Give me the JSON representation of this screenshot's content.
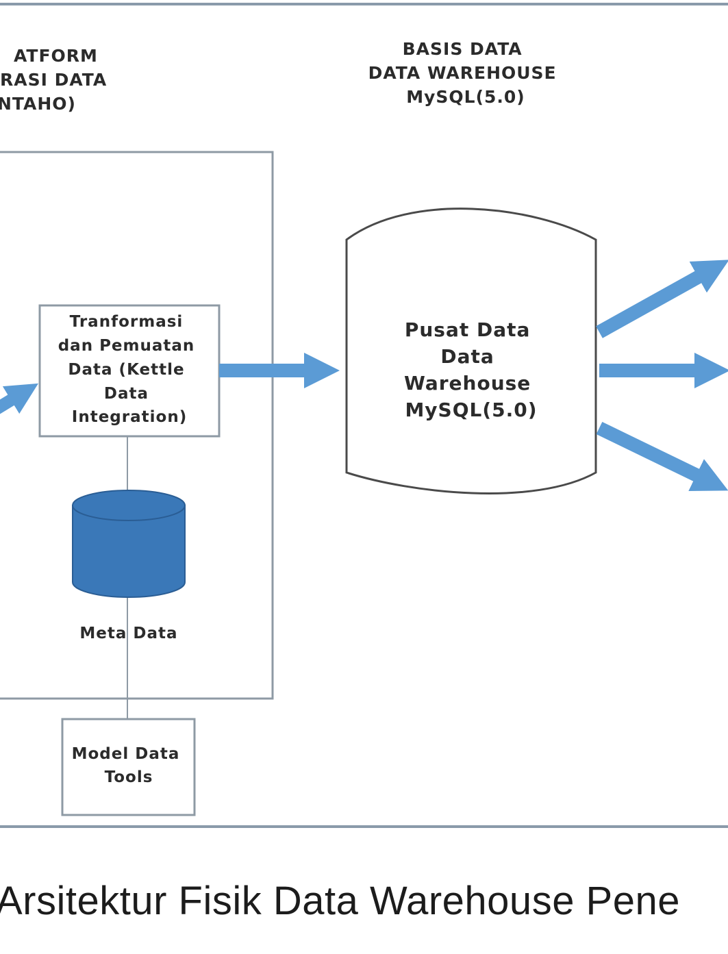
{
  "platform_heading": [
    "ATFORM",
    "RASI DATA",
    "NTAHO)"
  ],
  "database_heading": [
    "BASIS DATA",
    "DATA WAREHOUSE",
    "MySQL(5.0)"
  ],
  "transform_box": [
    "Tranformasi",
    "dan Pemuatan",
    "Data (Kettle",
    "Data",
    "Integration)"
  ],
  "warehouse_cylinder": [
    "Pusat Data",
    "Data",
    "Warehouse",
    "MySQL(5.0)"
  ],
  "metadata_label": "Meta Data",
  "model_tools_box": [
    "Model Data",
    "Tools"
  ],
  "caption": "Arsitektur Fisik Data Warehouse Pene",
  "colors": {
    "arrow": "#5b9bd5",
    "metadata_fill": "#3a78b8",
    "metadata_stroke": "#2a5d94",
    "frame": "#8a9aaa",
    "box_stroke": "#8e9aa4",
    "text": "#2b2b2b"
  }
}
